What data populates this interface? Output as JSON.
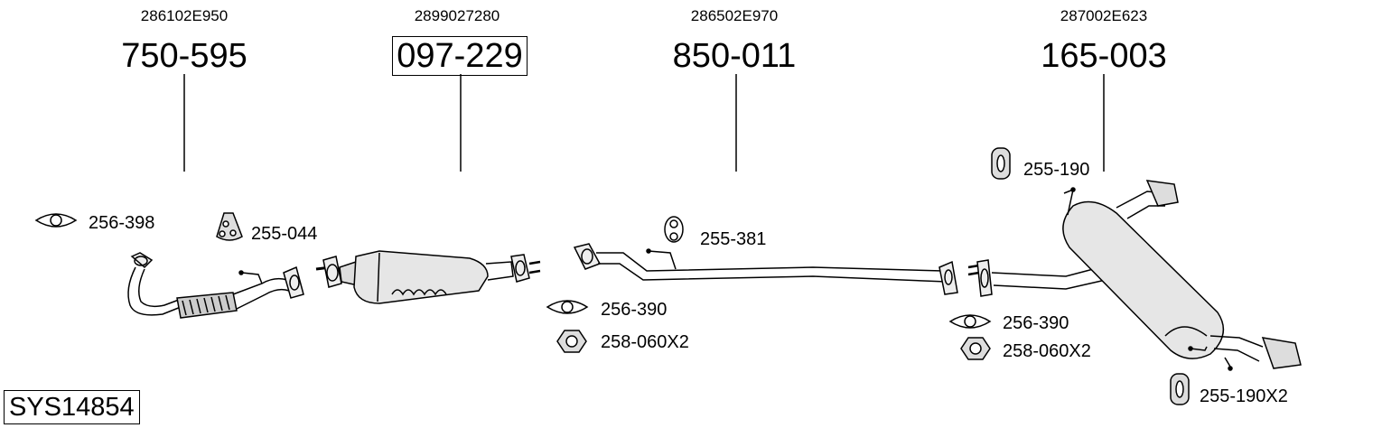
{
  "parts": [
    {
      "oem": "286102E950",
      "number": "750-595"
    },
    {
      "oem": "2899027280",
      "number": "097-229"
    },
    {
      "oem": "286502E970",
      "number": "850-011"
    },
    {
      "oem": "287002E623",
      "number": "165-003"
    }
  ],
  "fittings": {
    "gasket_1": "256-398",
    "hanger_1": "255-044",
    "hanger_2": "255-381",
    "gasket_2": "256-390",
    "nut_1": "258-060X2",
    "hanger_3": "255-190",
    "gasket_3": "256-390",
    "nut_2": "258-060X2",
    "hanger_4": "255-190X2"
  },
  "system_id": "SYS14854"
}
